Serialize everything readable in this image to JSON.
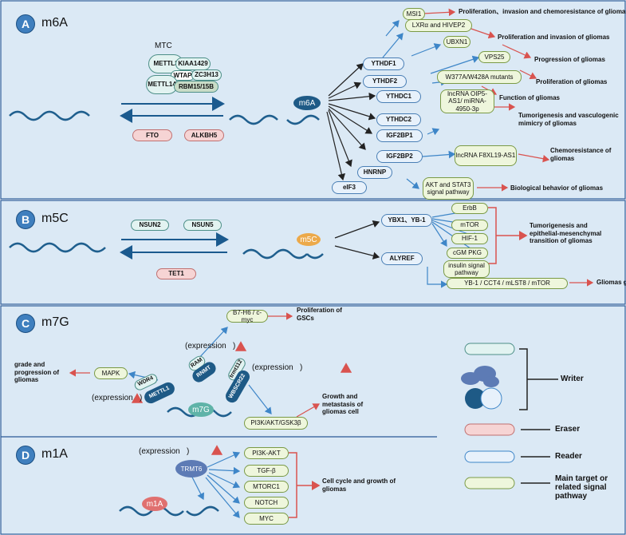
{
  "colors": {
    "panel_bg": "#dbe9f5",
    "panel_border": "#2a5a98",
    "reader_fill": "#e7f1fb",
    "writer_fill": "#e2f3f1",
    "eraser_fill": "#f6d4d4",
    "target_fill": "#eef6dc",
    "red_arrow": "#d9534f",
    "blue_arrow": "#3e86c8"
  },
  "m6a": {
    "badge": "A",
    "title": "m6A",
    "complex_title": "MTC",
    "writers": [
      "METTL3",
      "KIAA1429",
      "WTAP",
      "ZC3H13",
      "METTL14",
      "RBM15/15B"
    ],
    "erasers": [
      "FTO",
      "ALKBH5"
    ],
    "mark": "m6A",
    "readers": [
      "YTHDF1",
      "YTHDF2",
      "YTHDC1",
      "YTHDC2",
      "IGF2BP1",
      "IGF2BP2",
      "HNRNP",
      "eIF3"
    ],
    "targets": [
      "MSI1",
      "LXRα and HIVEP2",
      "UBXN1",
      "VPS25",
      "W377A/W428A mutants",
      "lncRNA OIP5-AS1/ miRNA-4950-3p",
      "lncRNA F8XL19-AS1",
      "AKT and STAT3 signal pathway"
    ],
    "outcomes": [
      "Proliferation、invasion and chemoresistance of gliomas",
      "Proliferation and invasion of gliomas",
      "Progression of gliomas",
      "Proliferation of  gliomas",
      "Function of  gliomas",
      "Tumorigenesis and vasculogenic mimicry of gliomas",
      "Chemoresistance of gliomas",
      "Biological behavior of  gliomas"
    ]
  },
  "m5c": {
    "badge": "B",
    "title": "m5C",
    "writers": [
      "NSUN2",
      "NSUN5"
    ],
    "erasers": [
      "TET1"
    ],
    "mark": "m5C",
    "readers": [
      "YBX1、YB-1",
      "ALYREF"
    ],
    "targets": [
      "ErbB",
      "mTOR",
      "HIF-1",
      "cGM PKG",
      "insulin signal pathway",
      "YB-1 / CCT4 / mLST8 / mTOR"
    ],
    "outcomes": [
      "Tumorigenesis and epithelial-mesenchymal transition of  gliomas",
      "Gliomas growth"
    ]
  },
  "m7g": {
    "badge": "C",
    "title": "m7G",
    "writers": [
      "RAM",
      "RNMT",
      "WDR4",
      "METTL1",
      "trmt112",
      "WBSCR22"
    ],
    "mark": "m7G",
    "targets": [
      "B7-H6 / c-myc",
      "MAPK",
      "PI3K/AKT/GSK3β"
    ],
    "expression_label": "(expression",
    "expression_close": ")",
    "outcomes": [
      "Proliferation of GSCs",
      "grade and progression of gliomas",
      "Growth and metastasis of gliomas cell"
    ]
  },
  "m1a": {
    "badge": "D",
    "title": "m1A",
    "writers": [
      "TRMT6"
    ],
    "mark": "m1A",
    "expression_label": "(expression",
    "expression_close": ")",
    "targets": [
      "PI3K-AKT",
      "TGF-β",
      "MTORC1",
      "NOTCH",
      "MYC"
    ],
    "outcomes": [
      "Cell cycle and growth of  gliomas"
    ]
  },
  "legend": {
    "writer": "Writer",
    "eraser": "Eraser",
    "reader": "Reader",
    "target": "Main target or related signal pathway"
  }
}
